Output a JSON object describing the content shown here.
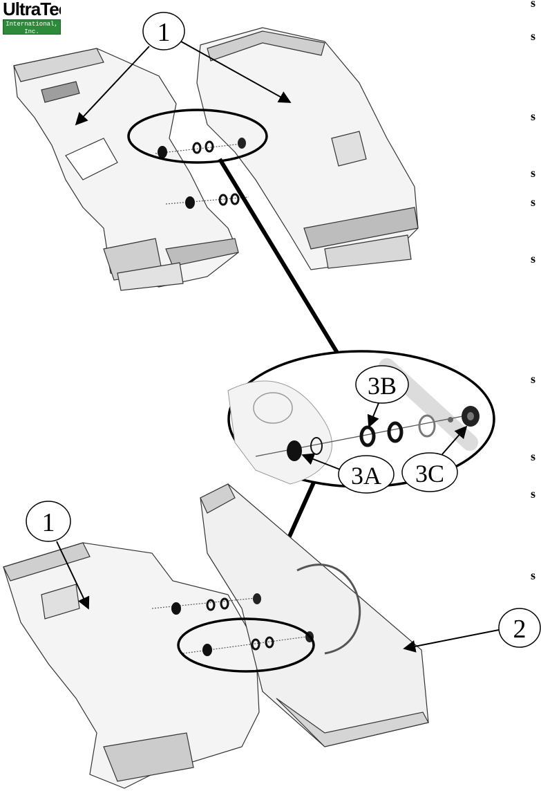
{
  "logo": {
    "brand": "UltraTech",
    "tagline": "International, Inc.",
    "colors": {
      "band": "#2d8a3a",
      "text": "#ffffff"
    }
  },
  "callouts": {
    "c1_top": "1",
    "c1_bottom": "1",
    "c2": "2",
    "c3a": "3A",
    "c3b": "3B",
    "c3c": "3C"
  },
  "side_markers": [
    "s",
    "s",
    "s",
    "s",
    "s",
    "s",
    "s",
    "s",
    "s",
    "s"
  ]
}
